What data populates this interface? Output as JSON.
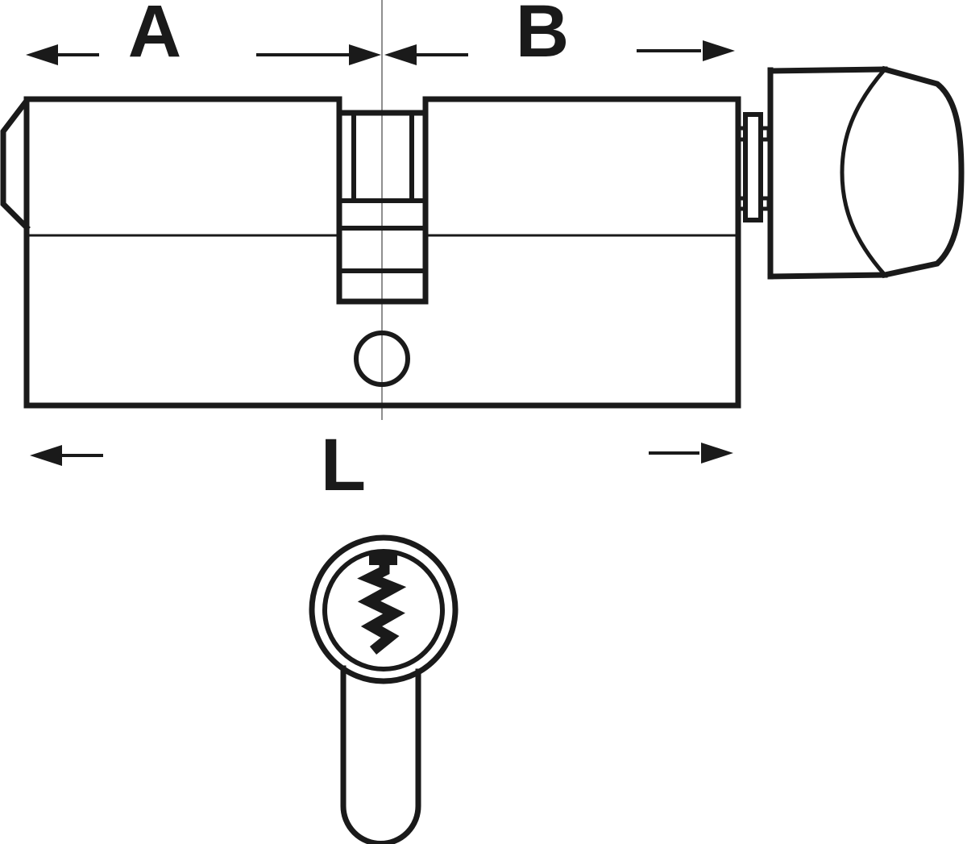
{
  "diagram": {
    "type": "technical-drawing",
    "subject": "euro-profile-cylinder-lock-with-thumbturn",
    "labels": {
      "a": "A",
      "b": "B",
      "l": "L"
    },
    "colors": {
      "ink": "#1a1a1a",
      "centerline": "#8f8f8f",
      "background": "#ffffff"
    }
  }
}
